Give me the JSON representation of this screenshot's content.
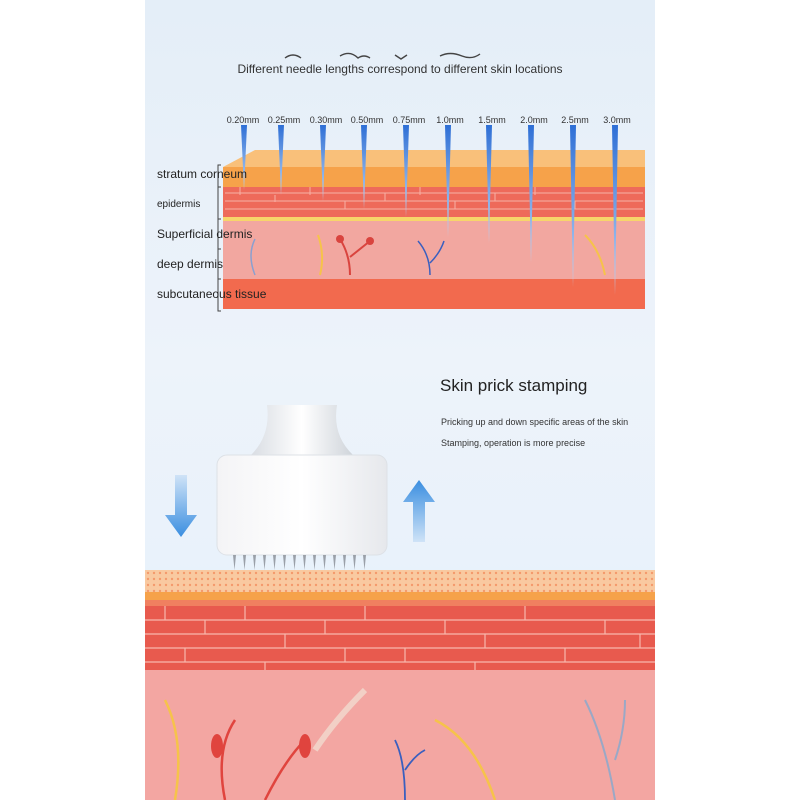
{
  "headline": "Different needle lengths correspond to different skin locations",
  "needle_lengths": [
    "0.20mm",
    "0.25mm",
    "0.30mm",
    "0.50mm",
    "0.75mm",
    "1.0mm",
    "1.5mm",
    "2.0mm",
    "2.5mm",
    "3.0mm"
  ],
  "layers": {
    "stratum_corneum": "stratum corneum",
    "epidermis": "epidermis",
    "superficial_dermis": "Superficial dermis",
    "deep_dermis": "deep dermis",
    "subcutaneous": "subcutaneous tissue"
  },
  "stamping": {
    "title": "Skin prick stamping",
    "line1": "Pricking up and down specific areas of the skin",
    "line2": "Stamping, operation is more precise"
  },
  "colors": {
    "needle": "#3d7fe0",
    "arrow": "#3a8ee0",
    "corneum": "#f6a24a",
    "epidermis": "#ee5a4e",
    "dermis": "#f2a7a0",
    "subcutaneous": "#f26a4e"
  }
}
